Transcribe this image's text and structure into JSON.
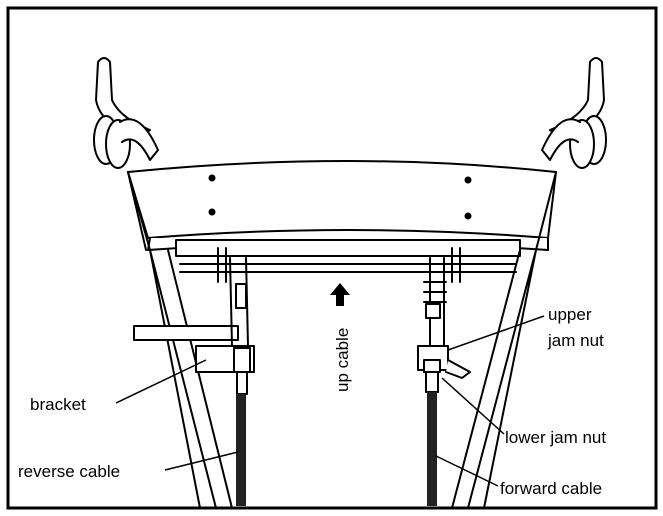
{
  "labels": {
    "bracket": "bracket",
    "reverse_cable": "reverse cable",
    "up_cable": "up cable",
    "upper_jam_nut_line1": "upper",
    "upper_jam_nut_line2": "jam nut",
    "lower_jam_nut": "lower jam nut",
    "forward_cable": "forward cable"
  }
}
